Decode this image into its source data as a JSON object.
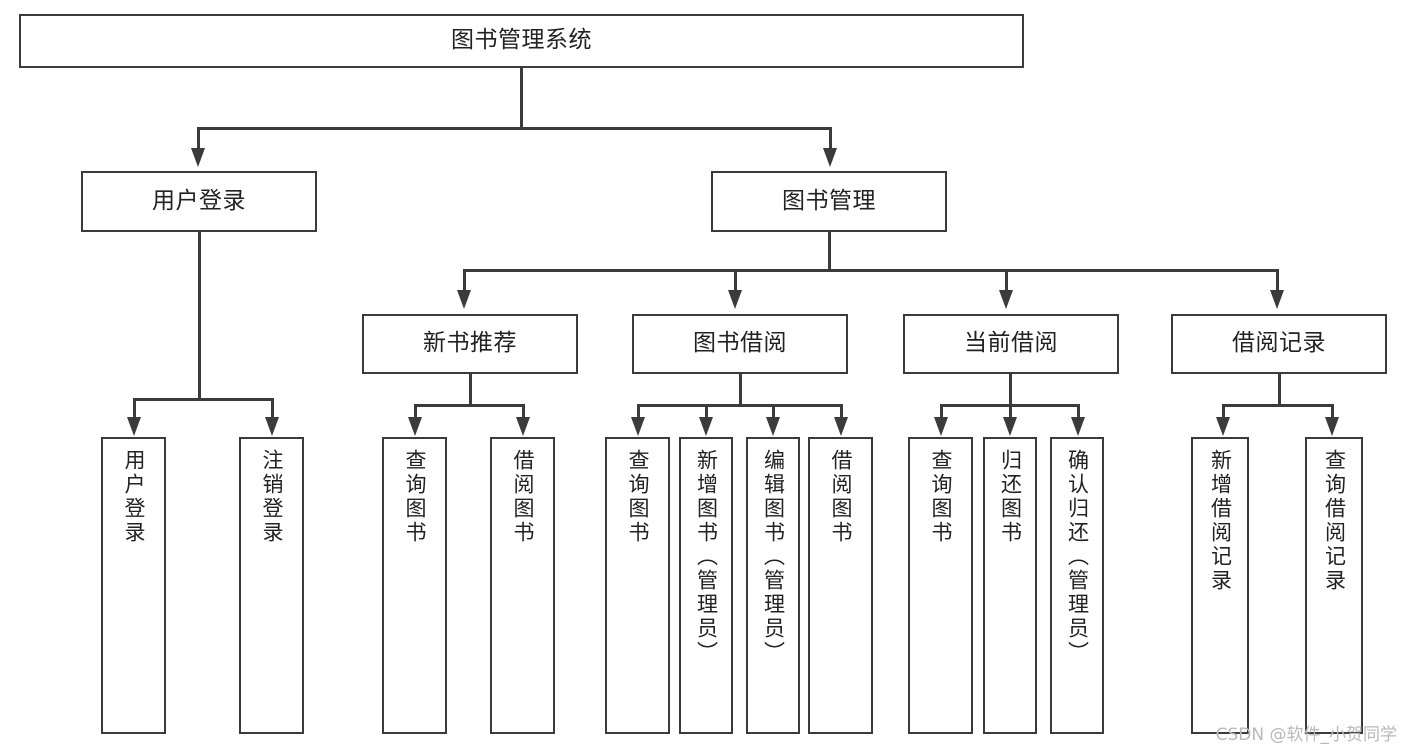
{
  "diagram": {
    "title": "图书管理系统",
    "type": "function-structure-tree",
    "root": {
      "id": "root",
      "label": "图书管理系统"
    },
    "level2": [
      {
        "id": "user-login",
        "label": "用户登录"
      },
      {
        "id": "book-manage",
        "label": "图书管理"
      }
    ],
    "level3": [
      {
        "id": "new-book-recommend",
        "label": "新书推荐",
        "parent": "book-manage"
      },
      {
        "id": "book-borrow",
        "label": "图书借阅",
        "parent": "book-manage"
      },
      {
        "id": "current-borrow",
        "label": "当前借阅",
        "parent": "book-manage"
      },
      {
        "id": "borrow-record",
        "label": "借阅记录",
        "parent": "book-manage"
      }
    ],
    "leaves": {
      "user_login": [
        {
          "id": "leaf-user-login",
          "label": "用户登录"
        },
        {
          "id": "leaf-user-logout",
          "label": "注销登录"
        }
      ],
      "new_book_recommend": [
        {
          "id": "leaf-query-book-1",
          "label": "查询图书"
        },
        {
          "id": "leaf-borrow-book-1",
          "label": "借阅图书"
        }
      ],
      "book_borrow": [
        {
          "id": "leaf-query-book-2",
          "label": "查询图书"
        },
        {
          "id": "leaf-add-book",
          "label": "新增图书（管理员）"
        },
        {
          "id": "leaf-edit-book",
          "label": "编辑图书（管理员）"
        },
        {
          "id": "leaf-borrow-book-2",
          "label": "借阅图书"
        }
      ],
      "current_borrow": [
        {
          "id": "leaf-query-book-3",
          "label": "查询图书"
        },
        {
          "id": "leaf-return-book",
          "label": "归还图书"
        },
        {
          "id": "leaf-confirm-return",
          "label": "确认归还（管理员）"
        }
      ],
      "borrow_record": [
        {
          "id": "leaf-add-record",
          "label": "新增借阅记录"
        },
        {
          "id": "leaf-query-record",
          "label": "查询借阅记录"
        }
      ]
    }
  },
  "watermark": {
    "text": "CSDN @软件_小贺同学"
  },
  "colors": {
    "stroke": "#3b3b3b",
    "fill": "#ffffff",
    "text": "#222222",
    "watermark": "#b9b9b9"
  }
}
